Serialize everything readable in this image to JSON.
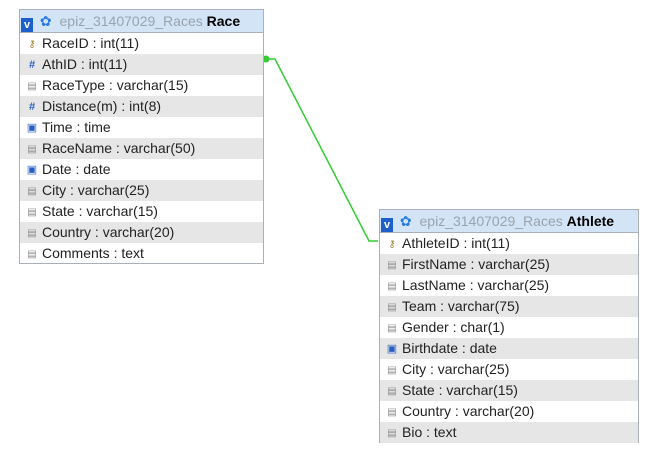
{
  "tables": [
    {
      "id": "races",
      "db": "epiz_31407029_Races",
      "name": "Race",
      "columns": [
        {
          "label": "RaceID : int(11)",
          "icon": "key-icon"
        },
        {
          "label": "AthID : int(11)",
          "icon": "numeric-icon"
        },
        {
          "label": "RaceType : varchar(15)",
          "icon": "text-field-icon"
        },
        {
          "label": "Distance(m) : int(8)",
          "icon": "numeric-icon"
        },
        {
          "label": "Time : time",
          "icon": "date-icon"
        },
        {
          "label": "RaceName : varchar(50)",
          "icon": "text-field-icon"
        },
        {
          "label": "Date : date",
          "icon": "date-icon"
        },
        {
          "label": "City : varchar(25)",
          "icon": "text-field-icon"
        },
        {
          "label": "State : varchar(15)",
          "icon": "text-field-icon"
        },
        {
          "label": "Country : varchar(20)",
          "icon": "text-field-icon"
        },
        {
          "label": "Comments : text",
          "icon": "text-field-icon"
        }
      ]
    },
    {
      "id": "athlete",
      "db": "epiz_31407029_Races",
      "name": "Athlete",
      "columns": [
        {
          "label": "AthleteID : int(11)",
          "icon": "key-icon"
        },
        {
          "label": "FirstName : varchar(25)",
          "icon": "text-field-icon"
        },
        {
          "label": "LastName : varchar(25)",
          "icon": "text-field-icon"
        },
        {
          "label": "Team : varchar(75)",
          "icon": "text-field-icon"
        },
        {
          "label": "Gender : char(1)",
          "icon": "text-field-icon"
        },
        {
          "label": "Birthdate : date",
          "icon": "date-icon"
        },
        {
          "label": "City : varchar(25)",
          "icon": "text-field-icon"
        },
        {
          "label": "State : varchar(15)",
          "icon": "text-field-icon"
        },
        {
          "label": "Country : varchar(20)",
          "icon": "text-field-icon"
        },
        {
          "label": "Bio : text",
          "icon": "text-field-icon"
        }
      ]
    }
  ],
  "relations": [
    {
      "from_table": "races",
      "from_column": "AthID",
      "to_table": "athlete",
      "to_column": "AthleteID",
      "color": "#33cc33"
    }
  ]
}
